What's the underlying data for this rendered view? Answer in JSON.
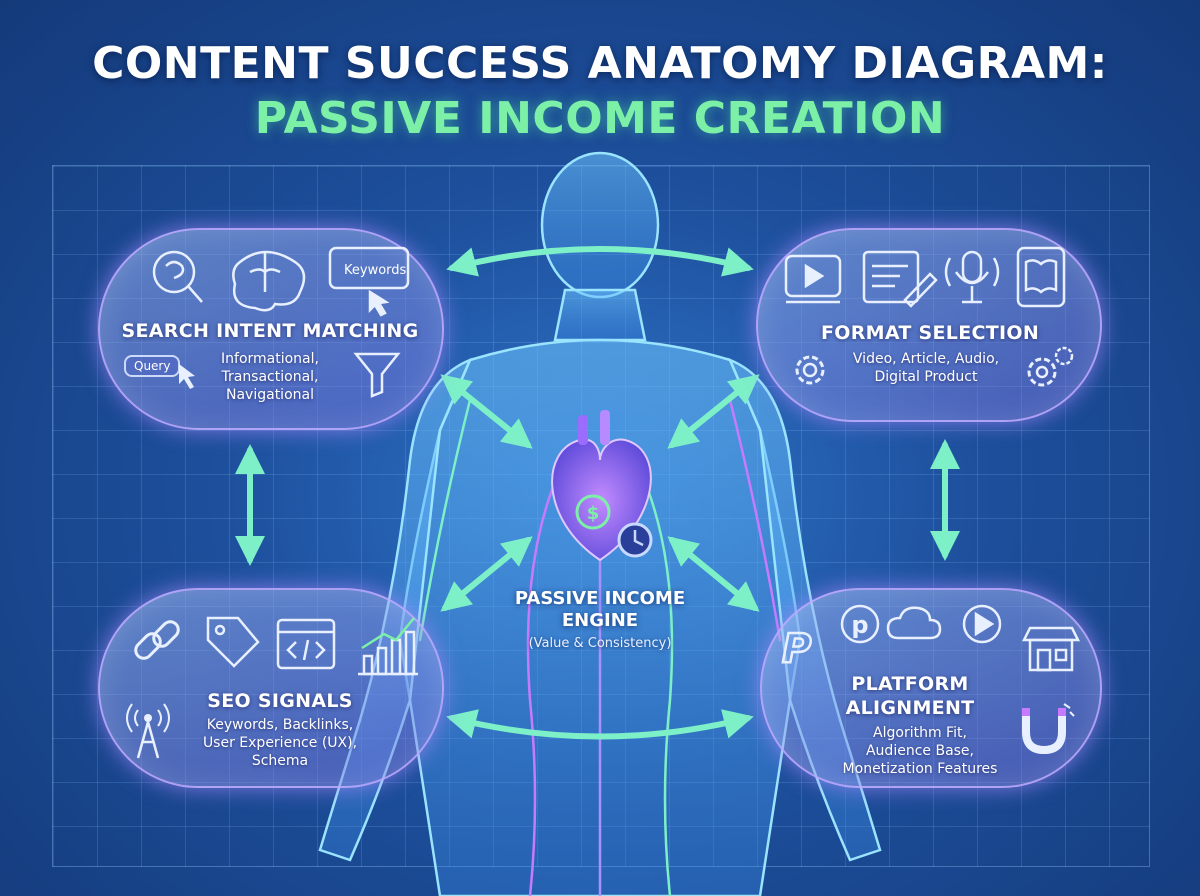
{
  "title": {
    "line1": "CONTENT SUCCESS ANATOMY DIAGRAM:",
    "line2": "PASSIVE INCOME CREATION"
  },
  "center": {
    "title_line1": "PASSIVE INCOME",
    "title_line2": "ENGINE",
    "subtitle": "(Value & Consistency)"
  },
  "nodes": {
    "search_intent": {
      "title": "SEARCH INTENT MATCHING",
      "desc": [
        "Informational,",
        "Transactional,",
        "Navigational"
      ],
      "chip_keywords": "Keywords",
      "chip_query": "Query",
      "icons": [
        "brain-magnifier-icon",
        "brain-icon",
        "keywords-search-icon",
        "query-cursor-icon",
        "funnel-icon"
      ]
    },
    "format_selection": {
      "title": "FORMAT SELECTION",
      "desc": [
        "Video, Article, Audio,",
        "Digital Product"
      ],
      "icons": [
        "video-play-icon",
        "article-pencil-icon",
        "microphone-icon",
        "ebook-tablet-icon",
        "gear-icon",
        "gears-icon"
      ]
    },
    "seo_signals": {
      "title": "SEO SIGNALS",
      "desc": [
        "Keywords, Backlinks,",
        "User Experience (UX),",
        "Schema"
      ],
      "icons": [
        "link-icon",
        "tag-icon",
        "code-window-icon",
        "growth-chart-icon",
        "signal-tower-icon"
      ]
    },
    "platform_alignment": {
      "title_line1": "PLATFORM",
      "title_line2": "ALIGNMENT",
      "desc": [
        "Algorithm Fit,",
        "Audience Base,",
        "Monetization Features"
      ],
      "icons": [
        "paypal-icon",
        "pinterest-icon",
        "cloud-icon",
        "play-circle-icon",
        "storefront-icon",
        "magnet-icon"
      ]
    }
  },
  "colors": {
    "arrow": "#7df0c8",
    "pod_border": "#bfa8ff",
    "title_accent": "#7df0a8",
    "heart": "#8a5cff"
  }
}
